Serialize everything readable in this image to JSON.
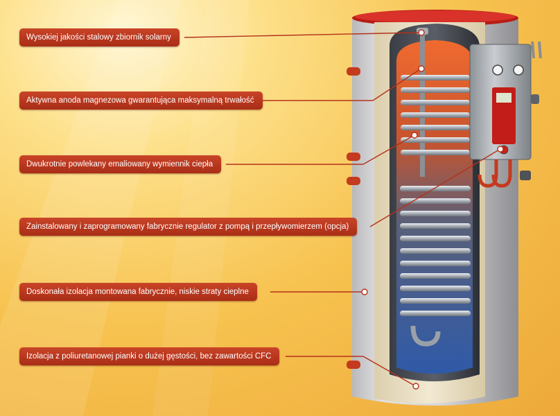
{
  "callouts": [
    {
      "id": "tank",
      "text": "Wysokiej jakości stalowy zbiornik solarny"
    },
    {
      "id": "anode",
      "text": "Aktywna anoda magnezowa gwarantująca maksymalną trwałość"
    },
    {
      "id": "exchanger",
      "text": "Dwukrotnie powlekany emaliowany wymiennik ciepła"
    },
    {
      "id": "controller",
      "text": "Zainstalowany i zaprogramowany fabrycznie regulator z pompą i przepływomierzem (opcja)"
    },
    {
      "id": "insulation",
      "text": "Doskonała izolacja montowana fabrycznie, niskie straty cieplne"
    },
    {
      "id": "foam",
      "text": "Izolacja z poliuretanowej pianki o dużej gęstości, bez zawartości CFC"
    }
  ],
  "colors": {
    "label_bg": "#b3321a",
    "background": "#f7c24f",
    "shell": "#d4d4d6",
    "rim": "#c8201c",
    "foam": "#ece2c9",
    "hot_water": "#e4552a",
    "cold_water": "#3a62b0",
    "coil": "#b9bfc6"
  }
}
